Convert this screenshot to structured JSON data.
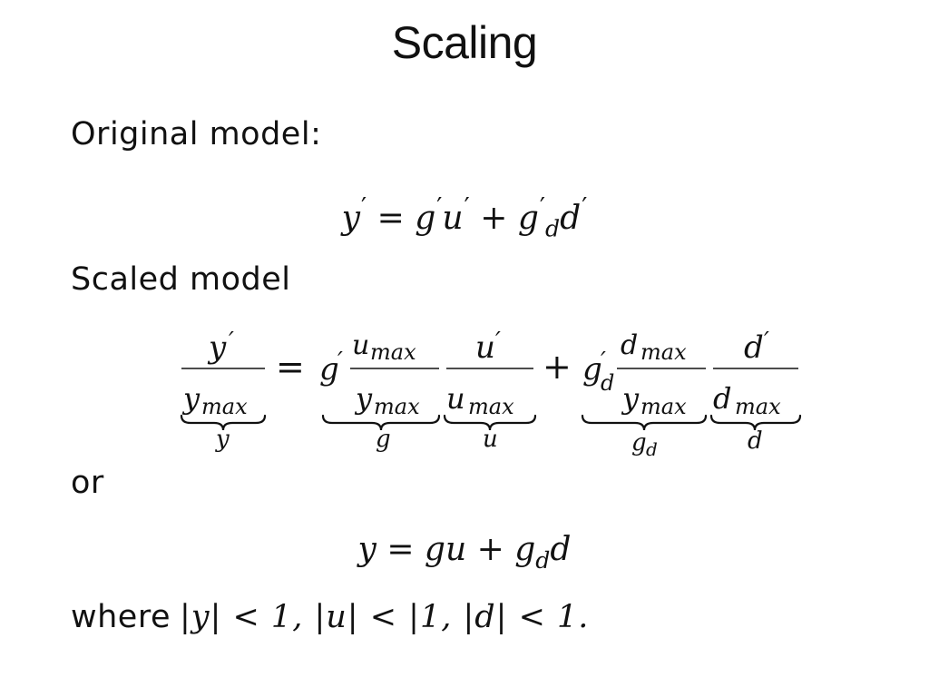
{
  "title": "Scaling",
  "label_original": "Original model:",
  "label_scaled": "Scaled model",
  "label_or": "or",
  "label_where": "where",
  "where_condition": "|y| < 1, |u| < |1, |d| < 1."
}
